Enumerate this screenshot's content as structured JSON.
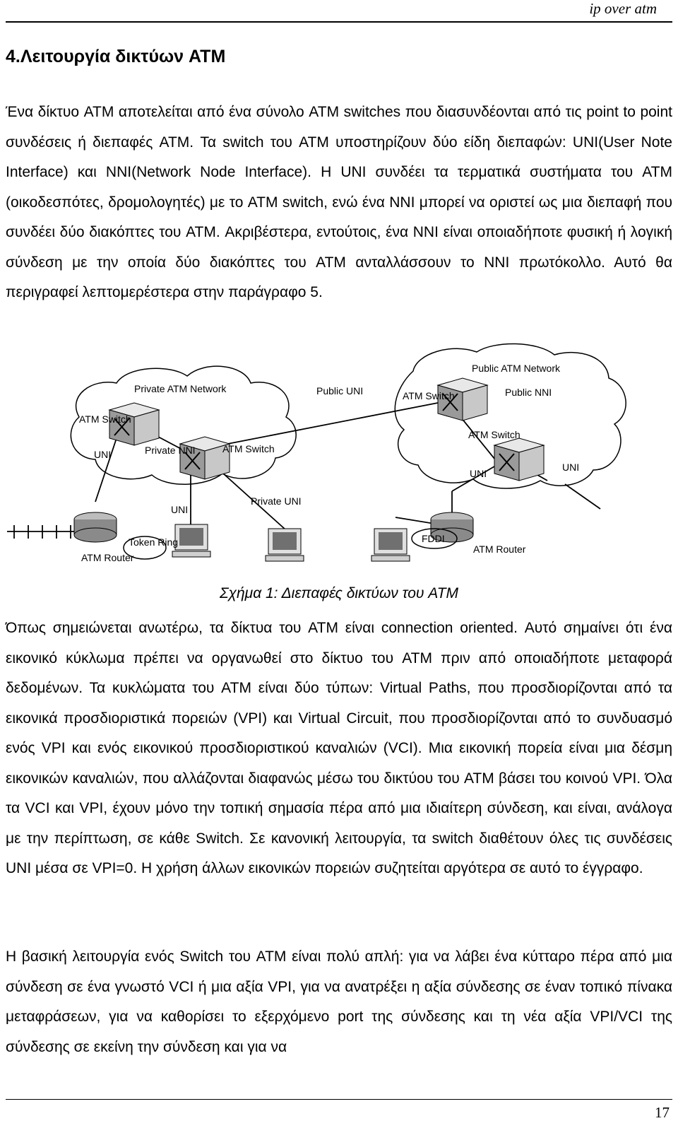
{
  "header": {
    "title": "ip over atm"
  },
  "section": {
    "heading": "4.Λειτουργία δικτύων ATM"
  },
  "paragraphs": {
    "p1": "Ένα δίκτυο ATM αποτελείται από ένα σύνολο ATM switches που διασυνδέονται από τις point to point συνδέσεις ή διεπαφές ATM. Τα switch του ATM υποστηρίζουν δύο είδη διεπαφών: UNI(User Note Interface) και NNI(Network Node Interface). Η UNI συνδέει τα τερματικά συστήματα του ATM (οικοδεσπότες, δρομολογητές) με το ATM switch, ενώ ένα NNI μπορεί να οριστεί ως μια διεπαφή που συνδέει δύο διακόπτες του ATM. Ακριβέστερα, εντούτοις, ένα NNI είναι οποιαδήποτε φυσική ή λογική σύνδεση με την οποία δύο διακόπτες του ATM ανταλλάσσουν το NNI πρωτόκολλο. Αυτό θα περιγραφεί λεπτομερέστερα στην παράγραφο 5.",
    "p2": "Όπως σημειώνεται ανωτέρω, τα δίκτυα του ATM είναι connection oriented. Αυτό σημαίνει ότι ένα εικονικό κύκλωμα πρέπει να οργανωθεί στο δίκτυο του ATM πριν από οποιαδήποτε μεταφορά δεδομένων. Τα κυκλώματα του ATM είναι δύο τύπων: Virtual Paths, που προσδιορίζονται από τα εικονικά προσδιοριστικά πορειών (VPI) και Virtual Circuit, που προσδιορίζονται από το συνδυασμό ενός VPI και ενός εικονικού προσδιοριστικού καναλιών (VCI). Μια εικονική πορεία είναι μια δέσμη εικονικών καναλιών, που αλλάζονται διαφανώς μέσω του δικτύου του ATM βάσει του κοινού VPI. Όλα τα VCI και VPI, έχουν μόνο την τοπική σημασία πέρα από μια ιδιαίτερη σύνδεση, και είναι, ανάλογα με την περίπτωση, σε κάθε Switch. Σε κανονική λειτουργία, τα switch διαθέτουν όλες τις συνδέσεις UNI μέσα σε VPI=0. Η χρήση άλλων εικονικών πορειών συζητείται αργότερα σε αυτό το έγγραφο.",
    "p3": "Η βασική λειτουργία ενός Switch του ATM είναι πολύ απλή: για να λάβει ένα κύτταρο πέρα από μια σύνδεση σε ένα γνωστό VCI ή μια αξία VPI, για να ανατρέξει η αξία σύνδεσης σε έναν τοπικό πίνακα μεταφράσεων, για να καθορίσει το εξερχόμενο port της σύνδεσης και τη νέα αξία VPI/VCI της σύνδεσης σε εκείνη την σύνδεση και για να"
  },
  "figure": {
    "labels": {
      "private_network": "Private ATM Network",
      "public_network": "Public ATM Network",
      "public_uni": "Public UNI",
      "public_nni": "Public NNI",
      "private_nni": "Private NNI",
      "private_uni": "Private UNI",
      "atm_switch": "ATM Switch",
      "atm_router": "ATM Router",
      "token_ring": "Token Ring",
      "fddi": "FDDI",
      "uni": "UNI"
    },
    "caption": "Σχήμα 1: Διεπαφές δικτύων του ATM"
  },
  "footer": {
    "page_number": "17"
  }
}
